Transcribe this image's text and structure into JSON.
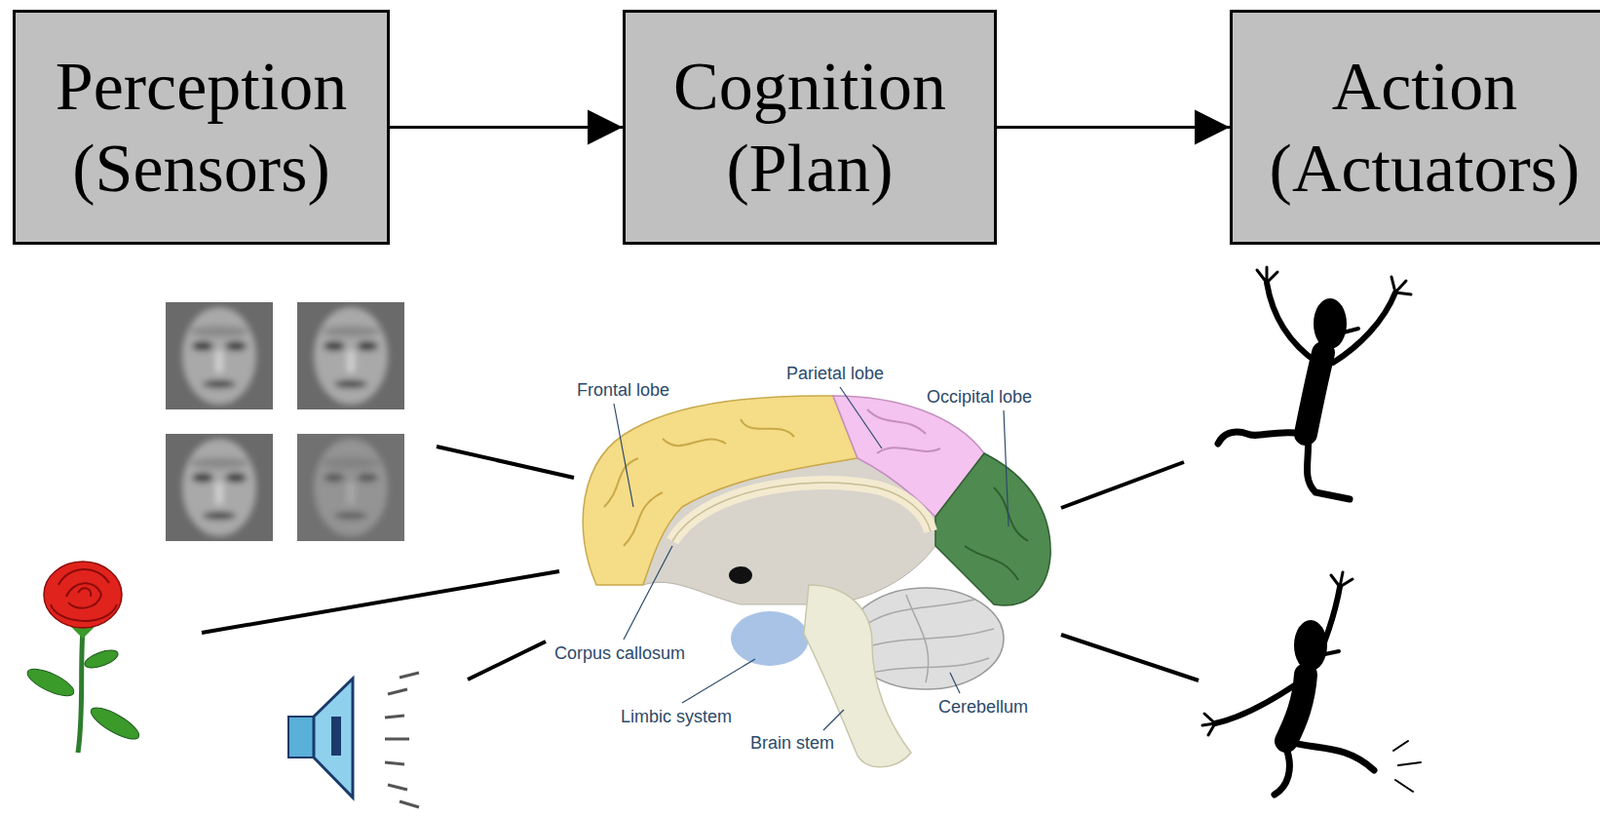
{
  "diagram": {
    "nodes": [
      {
        "text": [
          "Perception (Sensors)"
        ]
      },
      {
        "text": [
          "Cognition (Plan)"
        ]
      },
      {
        "text": [
          "Action (Actuators)"
        ]
      }
    ],
    "edges": [
      {
        "from": 0,
        "to": 1,
        "arrow": "to"
      },
      {
        "from": 1,
        "to": 2,
        "arrow": "to"
      }
    ],
    "labels": [
      "Frontal lobe",
      "Parietal lobe",
      "Occipital lobe",
      "Corpus callosum",
      "Limbic system",
      "Brain stem",
      "Cerebellum"
    ]
  }
}
